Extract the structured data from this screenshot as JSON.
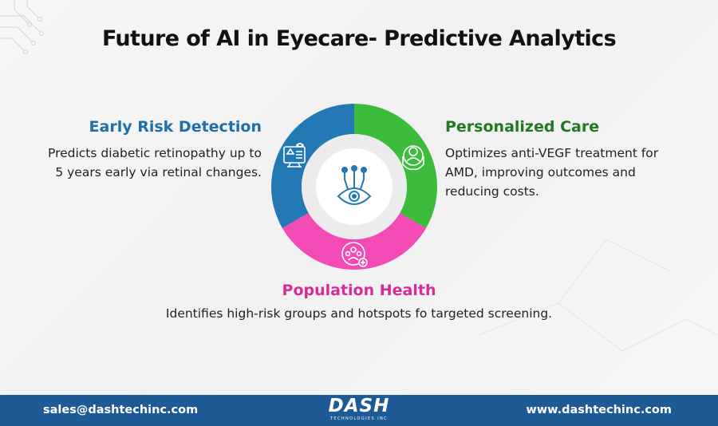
{
  "title": "Future of AI in Eyecare- Predictive Analytics",
  "colors": {
    "blue": "#2479b5",
    "green": "#3cbb3c",
    "pink": "#f24bb5",
    "footer": "#1e5a96"
  },
  "segments": [
    {
      "heading": "Early Risk Detection",
      "description": "Predicts diabetic retinopathy up to 5 years early via retinal changes.",
      "icon": "eye-monitor-icon",
      "color": "#2479b5",
      "heading_color": "#1f6fa8"
    },
    {
      "heading": "Personalized Care",
      "description": "Optimizes anti-VEGF treatment for AMD, improving outcomes and reducing costs.",
      "icon": "hands-person-icon",
      "color": "#3cbb3c",
      "heading_color": "#1f7a1f"
    },
    {
      "heading": "Population Health",
      "description": "Identifies high-risk groups and hotspots fo targeted screening.",
      "icon": "group-health-icon",
      "color": "#f24bb5",
      "heading_color": "#d62b9a"
    }
  ],
  "center_icon": "ai-eye-icon",
  "footer": {
    "email": "sales@dashtechinc.com",
    "website": "www.dashtechinc.com",
    "logo_main": "DASH",
    "logo_sub": "TECHNOLOGIES INC"
  }
}
